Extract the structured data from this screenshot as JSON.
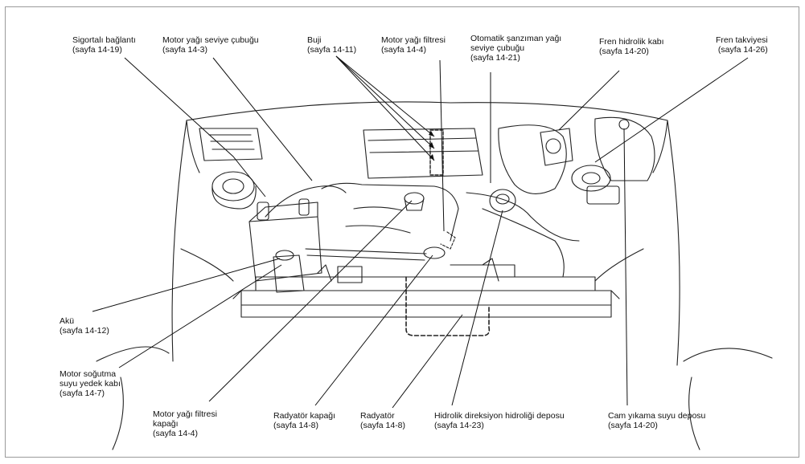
{
  "labels": {
    "sigortali": {
      "name": "Sigortalı bağlantı",
      "page": "(sayfa 14-19)"
    },
    "yag_cubugu": {
      "name": "Motor yağı seviye çubuğu",
      "page": "(sayfa 14-3)"
    },
    "buji": {
      "name": "Buji",
      "page": "(sayfa 14-11)"
    },
    "yag_filtresi": {
      "name": "Motor yağı filtresi",
      "page": "(sayfa 14-4)"
    },
    "sanziman": {
      "name": "Otomatik şanzıman yağı",
      "name2": "seviye çubuğu",
      "page": "(sayfa 14-21)"
    },
    "fren_kabi": {
      "name": "Fren hidrolik kabı",
      "page": "(sayfa 14-20)"
    },
    "fren_takviye": {
      "name": "Fren takviyesi",
      "page": "(sayfa 14-26)"
    },
    "aku": {
      "name": "Akü",
      "page": "(sayfa 14-12)"
    },
    "sogutma": {
      "name": "Motor soğutma",
      "name2": "suyu yedek kabı",
      "page": "(sayfa 14-7)"
    },
    "filtre_kapagi": {
      "name": "Motor yağı filtresi",
      "name2": "kapağı",
      "page": "(sayfa 14-4)"
    },
    "radyator_kapagi": {
      "name": "Radyatör kapağı",
      "page": "(sayfa 14-8)"
    },
    "radyator": {
      "name": "Radyatör",
      "page": "(sayfa 14-8)"
    },
    "direksiyon": {
      "name": "Hidrolik direksiyon hidroliği deposu",
      "page": "(sayfa 14-23)"
    },
    "cam_yikama": {
      "name": "Cam yıkama suyu deposu",
      "page": "(sayfa 14-20)"
    }
  }
}
